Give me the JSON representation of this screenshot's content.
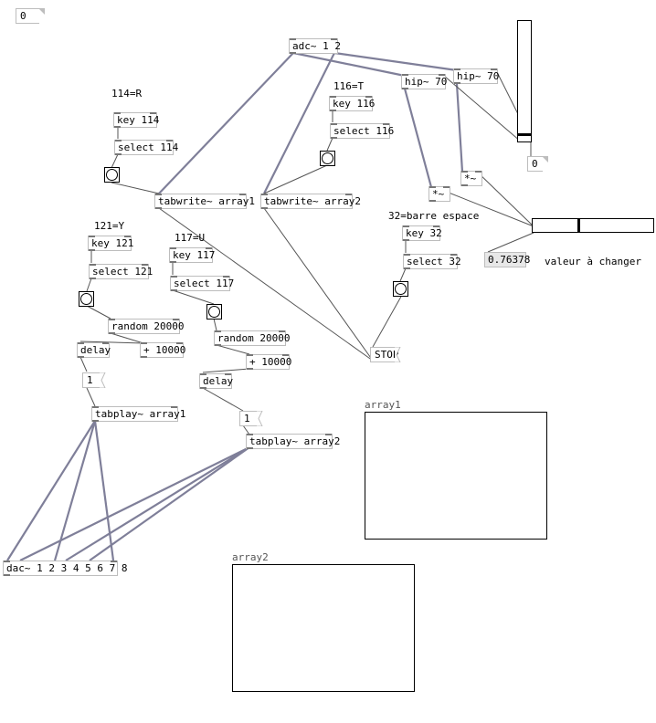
{
  "window": {
    "title_fragment": "la mazo-1"
  },
  "top_atom": {
    "value": "0"
  },
  "objects": {
    "adc": "adc~ 1 2",
    "hip1": "hip~ 70",
    "hip2": "hip~ 70",
    "mul1": "*~",
    "mul2": "*~",
    "key114": "key 114",
    "sel114": "select 114",
    "key116": "key 116",
    "sel116": "select 116",
    "tabwrite1": "tabwrite~ array1",
    "tabwrite2": "tabwrite~ array2",
    "key121": "key 121",
    "sel121": "select 121",
    "key117": "key 117",
    "sel117": "select 117",
    "random1": "random 20000",
    "plus1": "+ 10000",
    "random2": "random 20000",
    "plus2": "+ 10000",
    "delay1": "delay",
    "delay2": "delay",
    "key32": "key 32",
    "sel32": "select 32",
    "tabplay1": "tabplay~ array1",
    "tabplay2": "tabplay~ array2",
    "dac": "dac~ 1 2 3 4 5 6 7 8"
  },
  "messages": {
    "stop": "STOP",
    "one_a": "1",
    "one_b": "1"
  },
  "comments": {
    "c114": "114=R",
    "c116": "116=T",
    "c121": "121=Y",
    "c117": "117=U",
    "c32": "32=barre espace",
    "valeur": "valeur à changer"
  },
  "number_boxes": {
    "vu_out": "0",
    "gain_value": "0.76378"
  },
  "arrays": {
    "array1": "array1",
    "array2": "array2"
  },
  "sliders": {
    "vertical_level": 0.05,
    "horizontal_level": 0.38
  },
  "colors": {
    "wire_signal": "#7f7f99",
    "wire_control": "#555555",
    "box_border": "#bdbdbd"
  }
}
